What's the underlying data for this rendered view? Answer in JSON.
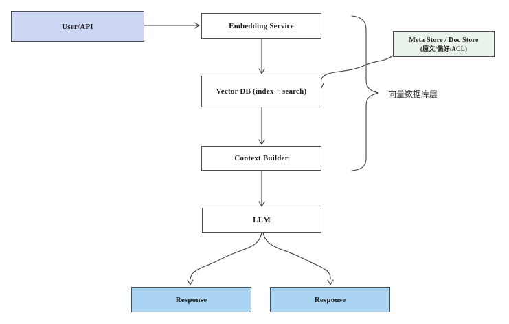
{
  "diagram": {
    "nodes": {
      "user_api": {
        "label": "User/API",
        "fill": "#cdd6f2"
      },
      "embedding_service": {
        "label": "Embedding Service",
        "fill": "#ffffff"
      },
      "vector_db": {
        "label": "Vector DB (index + search)",
        "fill": "#ffffff"
      },
      "context_builder": {
        "label": "Context Builder",
        "fill": "#ffffff"
      },
      "llm": {
        "label": "LLM",
        "fill": "#ffffff"
      },
      "response_left": {
        "label": "Response",
        "fill": "#aad4f1"
      },
      "response_right": {
        "label": "Response",
        "fill": "#aad4f1"
      },
      "meta_store": {
        "label": "Meta Store / Doc Store",
        "sublabel": "(原文/偏好/ACL)",
        "fill": "#e9f3ea"
      }
    },
    "annotations": {
      "brace_label": "向量数据库层"
    },
    "colors": {
      "background": "#ffffff",
      "node_border": "#4c4c4c",
      "connector": "#3c3c3c",
      "text": "#1c1c1c"
    }
  }
}
